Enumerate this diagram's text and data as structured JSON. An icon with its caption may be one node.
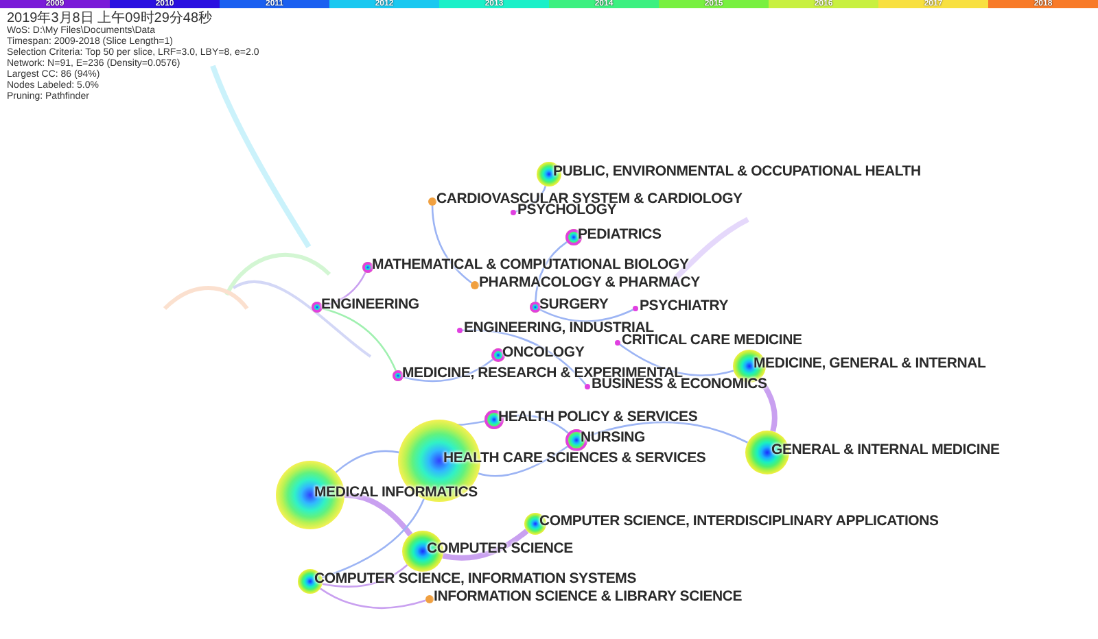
{
  "diagram": {
    "nodes": [
      {
        "text": [
          "PUBLIC, ENVIRONMENTAL & OCCUPATIONAL HEALTH"
        ]
      },
      {
        "text": [
          "CARDIOVASCULAR SYSTEM & CARDIOLOGY"
        ]
      },
      {
        "text": [
          "PSYCHOLOGY"
        ]
      },
      {
        "text": [
          "PEDIATRICS"
        ]
      },
      {
        "text": [
          "MATHEMATICAL & COMPUTATIONAL BIOLOGY"
        ]
      },
      {
        "text": [
          "PHARMACOLOGY & PHARMACY"
        ]
      },
      {
        "text": [
          "ENGINEERING"
        ]
      },
      {
        "text": [
          "SURGERY"
        ]
      },
      {
        "text": [
          "PSYCHIATRY"
        ]
      },
      {
        "text": [
          "ENGINEERING, INDUSTRIAL"
        ]
      },
      {
        "text": [
          "CRITICAL CARE MEDICINE"
        ]
      },
      {
        "text": [
          "ONCOLOGY"
        ]
      },
      {
        "text": [
          "MEDICINE, GENERAL & INTERNAL"
        ]
      },
      {
        "text": [
          "MEDICINE, RESEARCH & EXPERIMENTAL"
        ]
      },
      {
        "text": [
          "BUSINESS & ECONOMICS"
        ]
      },
      {
        "text": [
          "HEALTH POLICY & SERVICES"
        ]
      },
      {
        "text": [
          "NURSING"
        ]
      },
      {
        "text": [
          "GENERAL & INTERNAL MEDICINE"
        ]
      },
      {
        "text": [
          "HEALTH CARE SCIENCES & SERVICES"
        ]
      },
      {
        "text": [
          "MEDICAL INFORMATICS"
        ]
      },
      {
        "text": [
          "COMPUTER SCIENCE, INTERDISCIPLINARY APPLICATIONS"
        ]
      },
      {
        "text": [
          "COMPUTER SCIENCE"
        ]
      },
      {
        "text": [
          "COMPUTER SCIENCE, INFORMATION SYSTEMS"
        ]
      },
      {
        "text": [
          "INFORMATION SCIENCE & LIBRARY SCIENCE"
        ]
      }
    ],
    "edges": [
      {
        "from": 19,
        "to": 21,
        "arrow": "none",
        "style": "thick",
        "color": "#c9a0f0"
      },
      {
        "from": 21,
        "to": 20,
        "arrow": "none",
        "style": "thick",
        "color": "#c9a0f0"
      },
      {
        "from": 21,
        "to": 22,
        "arrow": "none",
        "color": "#c9a0f0"
      },
      {
        "from": 22,
        "to": 23,
        "arrow": "none",
        "color": "#c9a0f0"
      },
      {
        "from": 19,
        "to": 18,
        "arrow": "none"
      },
      {
        "from": 22,
        "to": 18,
        "arrow": "none"
      },
      {
        "from": 18,
        "to": 15,
        "arrow": "none"
      },
      {
        "from": 18,
        "to": 16,
        "arrow": "none"
      },
      {
        "from": 16,
        "to": 17,
        "arrow": "none"
      },
      {
        "from": 17,
        "to": 12,
        "arrow": "none",
        "style": "thick",
        "color": "#c9a0f0"
      },
      {
        "from": 15,
        "to": 16,
        "arrow": "none"
      },
      {
        "from": 6,
        "to": 4,
        "arrow": "none",
        "color": "#c9a0f0"
      },
      {
        "from": 7,
        "to": 3,
        "arrow": "none"
      },
      {
        "from": 7,
        "to": 8,
        "arrow": "none"
      },
      {
        "from": 11,
        "to": 13,
        "arrow": "none"
      },
      {
        "from": 10,
        "to": 12,
        "arrow": "none"
      },
      {
        "from": 0,
        "to": 2,
        "arrow": "none"
      },
      {
        "from": 1,
        "to": 5,
        "arrow": "none"
      },
      {
        "from": 9,
        "to": 14,
        "arrow": "none"
      },
      {
        "from": 13,
        "to": 6,
        "arrow": "none",
        "color": "#a0f0b0"
      }
    ],
    "labels": [
      "2019年3月8日 上午09时29分48秒",
      "WoS: D:\\My Files\\Documents\\Data",
      "Timespan: 2009-2018 (Slice Length=1)",
      "Selection Criteria: Top 50 per slice, LRF=3.0, LBY=8, e=2.0",
      "Network: N=91, E=236 (Density=0.0576)",
      "Largest CC: 86 (94%)",
      "Nodes Labeled: 5.0%",
      "Pruning: Pathfinder"
    ],
    "legend": [
      {
        "text": "2009",
        "color": "#7a1bd8"
      },
      {
        "text": "2010",
        "color": "#2a10e0"
      },
      {
        "text": "2011",
        "color": "#1a5ff0"
      },
      {
        "text": "2012",
        "color": "#1ac8f0"
      },
      {
        "text": "2013",
        "color": "#1af0c8"
      },
      {
        "text": "2014",
        "color": "#3cf080"
      },
      {
        "text": "2015",
        "color": "#78f040"
      },
      {
        "text": "2016",
        "color": "#c8f040"
      },
      {
        "text": "2017",
        "color": "#f8e040"
      },
      {
        "text": "2018",
        "color": "#f87a28"
      }
    ]
  }
}
